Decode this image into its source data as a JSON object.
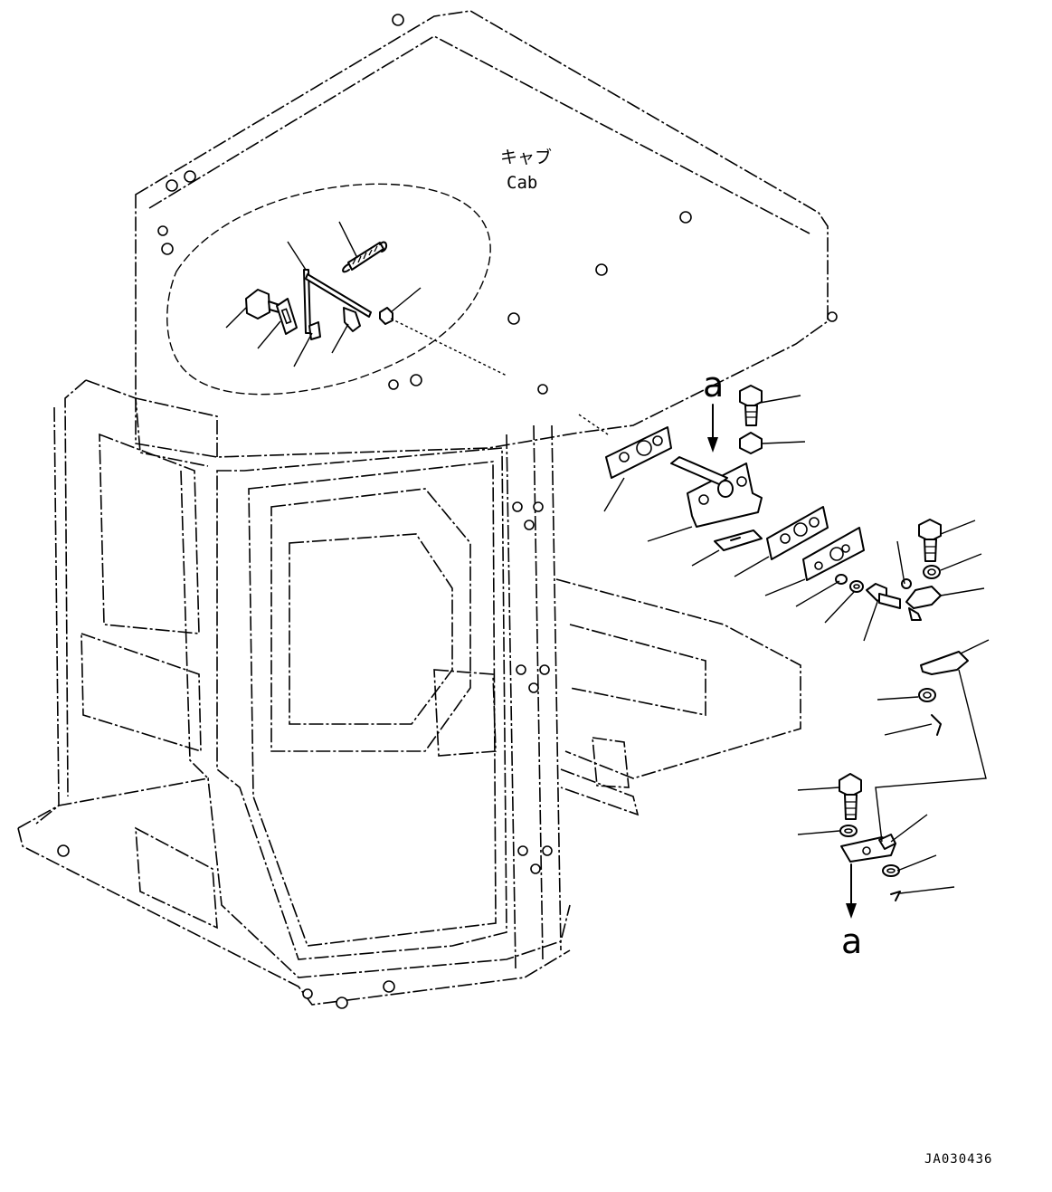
{
  "diagram": {
    "cab_label_jp": "キャブ",
    "cab_label_en": "Cab",
    "ref_top": "a",
    "ref_bottom": "a",
    "drawing_code": "JA030436"
  }
}
